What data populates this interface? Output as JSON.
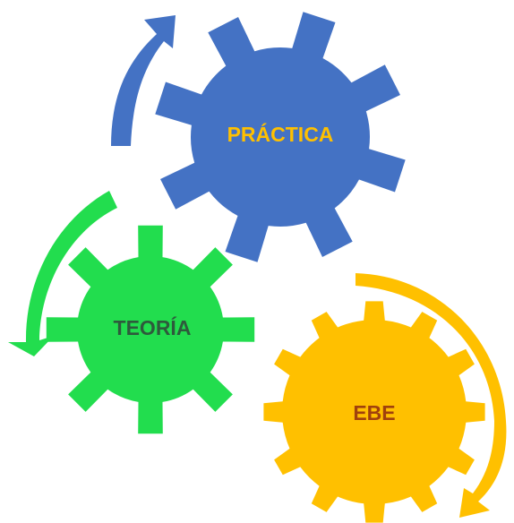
{
  "diagram": {
    "gears": [
      {
        "id": "practica",
        "label": "PRÁCTICA",
        "fill": "#4472C4",
        "label_color": "#FFC000"
      },
      {
        "id": "teoria",
        "label": "TEORÍA",
        "fill": "#22DD4E",
        "label_color": "#2E5A3C"
      },
      {
        "id": "ebe",
        "label": "EBE",
        "fill": "#FFC000",
        "label_color": "#A0410D"
      }
    ],
    "arrows": [
      {
        "id": "blue-arrow",
        "color": "#4472C4"
      },
      {
        "id": "green-arrow",
        "color": "#22DD4E"
      },
      {
        "id": "yellow-arrow",
        "color": "#FFC000"
      }
    ]
  }
}
